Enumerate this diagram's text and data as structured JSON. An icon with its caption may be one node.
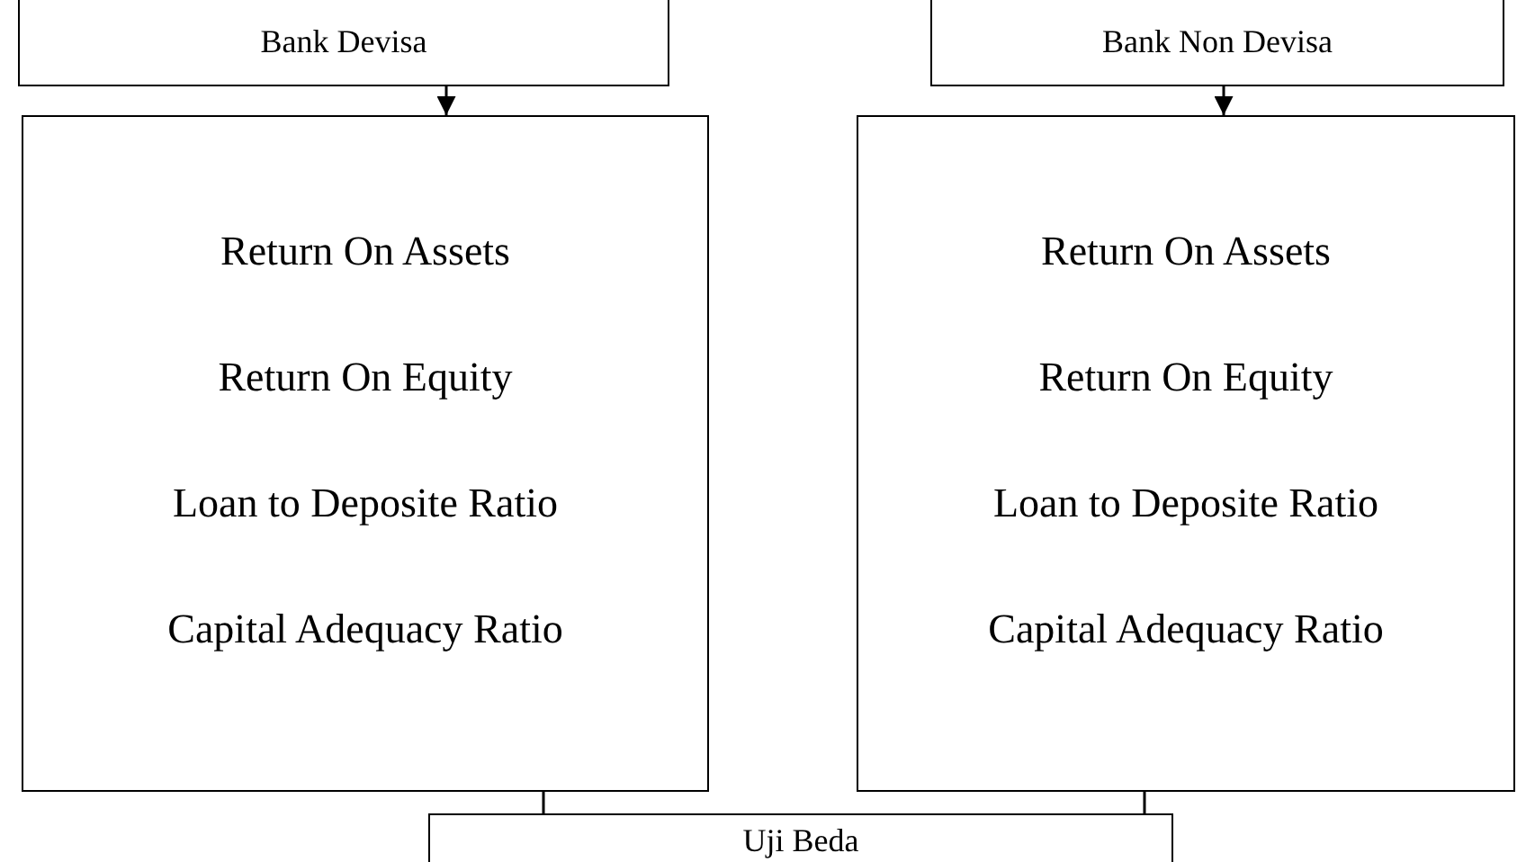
{
  "diagram": {
    "nodes": [
      {
        "text": [
          "Bank Devisa"
        ]
      },
      {
        "text": [
          "Return On Assets",
          "Return On Equity",
          "Loan to Deposite Ratio",
          "Capital Adequacy Ratio"
        ]
      },
      {
        "text": [
          "Bank Non Devisa"
        ]
      },
      {
        "text": [
          "Return On Assets",
          "Return On Equity",
          "Loan to Deposite Ratio",
          "Capital Adequacy Ratio"
        ]
      },
      {
        "text": [
          "Uji Beda"
        ]
      }
    ],
    "edges": [
      {
        "from": 0,
        "to": 1,
        "arrow": "to"
      },
      {
        "from": 2,
        "to": 3,
        "arrow": "to"
      },
      {
        "from": 1,
        "to": 4,
        "arrow": "none"
      },
      {
        "from": 3,
        "to": 4,
        "arrow": "none"
      }
    ]
  }
}
